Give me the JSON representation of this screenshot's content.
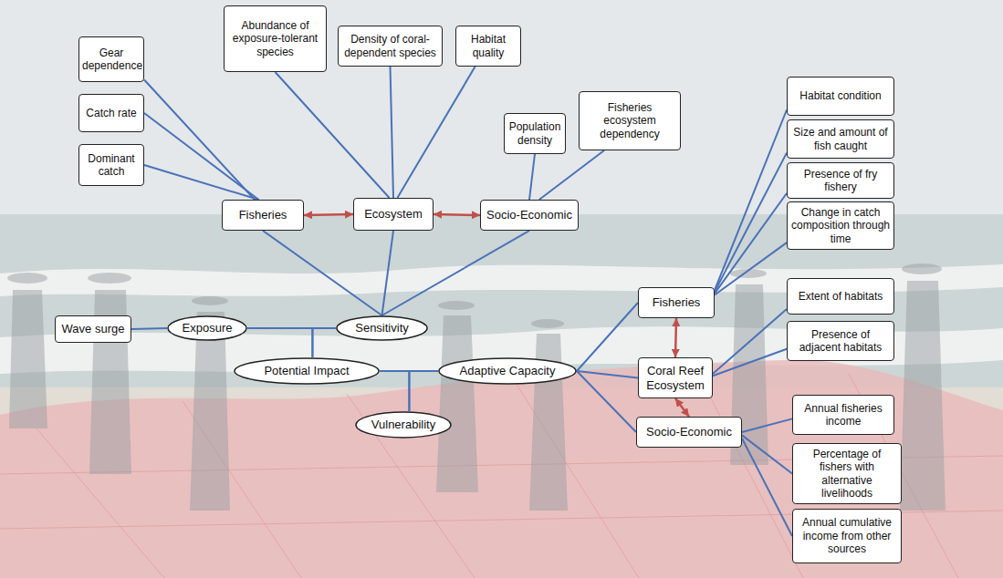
{
  "diagram": {
    "nodes": [
      {
        "text": [
          "Gear dependence"
        ]
      },
      {
        "text": [
          "Catch rate"
        ]
      },
      {
        "text": [
          "Dominant catch"
        ]
      },
      {
        "text": [
          "Abundance of exposure-tolerant species"
        ]
      },
      {
        "text": [
          "Density of coral-dependent species"
        ]
      },
      {
        "text": [
          "Habitat quality"
        ]
      },
      {
        "text": [
          "Population density"
        ]
      },
      {
        "text": [
          "Fisheries ecosystem dependency"
        ]
      },
      {
        "text": [
          "Fisheries"
        ]
      },
      {
        "text": [
          "Ecosystem"
        ]
      },
      {
        "text": [
          "Socio-Economic"
        ]
      },
      {
        "text": [
          "Wave surge"
        ]
      },
      {
        "text": [
          "Exposure"
        ]
      },
      {
        "text": [
          "Sensitivity"
        ]
      },
      {
        "text": [
          "Potential Impact"
        ]
      },
      {
        "text": [
          "Adaptive Capacity"
        ]
      },
      {
        "text": [
          "Vulnerability"
        ]
      },
      {
        "text": [
          "Fisheries"
        ]
      },
      {
        "text": [
          "Coral Reef Ecosystem"
        ]
      },
      {
        "text": [
          "Socio-Economic"
        ]
      },
      {
        "text": [
          "Habitat condition"
        ]
      },
      {
        "text": [
          "Size and amount of fish caught"
        ]
      },
      {
        "text": [
          "Presence of fry fishery"
        ]
      },
      {
        "text": [
          "Change in catch composition through time"
        ]
      },
      {
        "text": [
          "Extent of habitats"
        ]
      },
      {
        "text": [
          "Presence of adjacent habitats"
        ]
      },
      {
        "text": [
          "Annual fisheries income"
        ]
      },
      {
        "text": [
          "Percentage of fishers with alternative livelihoods"
        ]
      },
      {
        "text": [
          "Annual cumulative income from other sources"
        ]
      }
    ],
    "edges": [
      {
        "from": 0,
        "to": 8,
        "arrow": "none"
      },
      {
        "from": 1,
        "to": 8,
        "arrow": "none"
      },
      {
        "from": 2,
        "to": 8,
        "arrow": "none"
      },
      {
        "from": 3,
        "to": 9,
        "arrow": "none"
      },
      {
        "from": 4,
        "to": 9,
        "arrow": "none"
      },
      {
        "from": 5,
        "to": 9,
        "arrow": "none"
      },
      {
        "from": 6,
        "to": 10,
        "arrow": "none"
      },
      {
        "from": 7,
        "to": 10,
        "arrow": "none"
      },
      {
        "from": 8,
        "to": 9,
        "arrow": "both"
      },
      {
        "from": 9,
        "to": 10,
        "arrow": "both"
      },
      {
        "from": 8,
        "to": 13,
        "arrow": "none"
      },
      {
        "from": 9,
        "to": 13,
        "arrow": "none"
      },
      {
        "from": 10,
        "to": 13,
        "arrow": "none"
      },
      {
        "from": 11,
        "to": 12,
        "arrow": "none"
      },
      {
        "from": 12,
        "to": 14,
        "arrow": "none"
      },
      {
        "from": 13,
        "to": 14,
        "arrow": "none"
      },
      {
        "from": 14,
        "to": 16,
        "arrow": "none"
      },
      {
        "from": 15,
        "to": 16,
        "arrow": "none"
      },
      {
        "from": 15,
        "to": 17,
        "arrow": "none"
      },
      {
        "from": 15,
        "to": 18,
        "arrow": "none"
      },
      {
        "from": 15,
        "to": 19,
        "arrow": "none"
      },
      {
        "from": 17,
        "to": 18,
        "arrow": "both"
      },
      {
        "from": 18,
        "to": 19,
        "arrow": "both"
      },
      {
        "from": 17,
        "to": 20,
        "arrow": "none"
      },
      {
        "from": 17,
        "to": 21,
        "arrow": "none"
      },
      {
        "from": 17,
        "to": 22,
        "arrow": "none"
      },
      {
        "from": 17,
        "to": 23,
        "arrow": "none"
      },
      {
        "from": 18,
        "to": 24,
        "arrow": "none"
      },
      {
        "from": 18,
        "to": 25,
        "arrow": "none"
      },
      {
        "from": 19,
        "to": 26,
        "arrow": "none"
      },
      {
        "from": 19,
        "to": 27,
        "arrow": "none"
      },
      {
        "from": 19,
        "to": 28,
        "arrow": "none"
      }
    ]
  }
}
